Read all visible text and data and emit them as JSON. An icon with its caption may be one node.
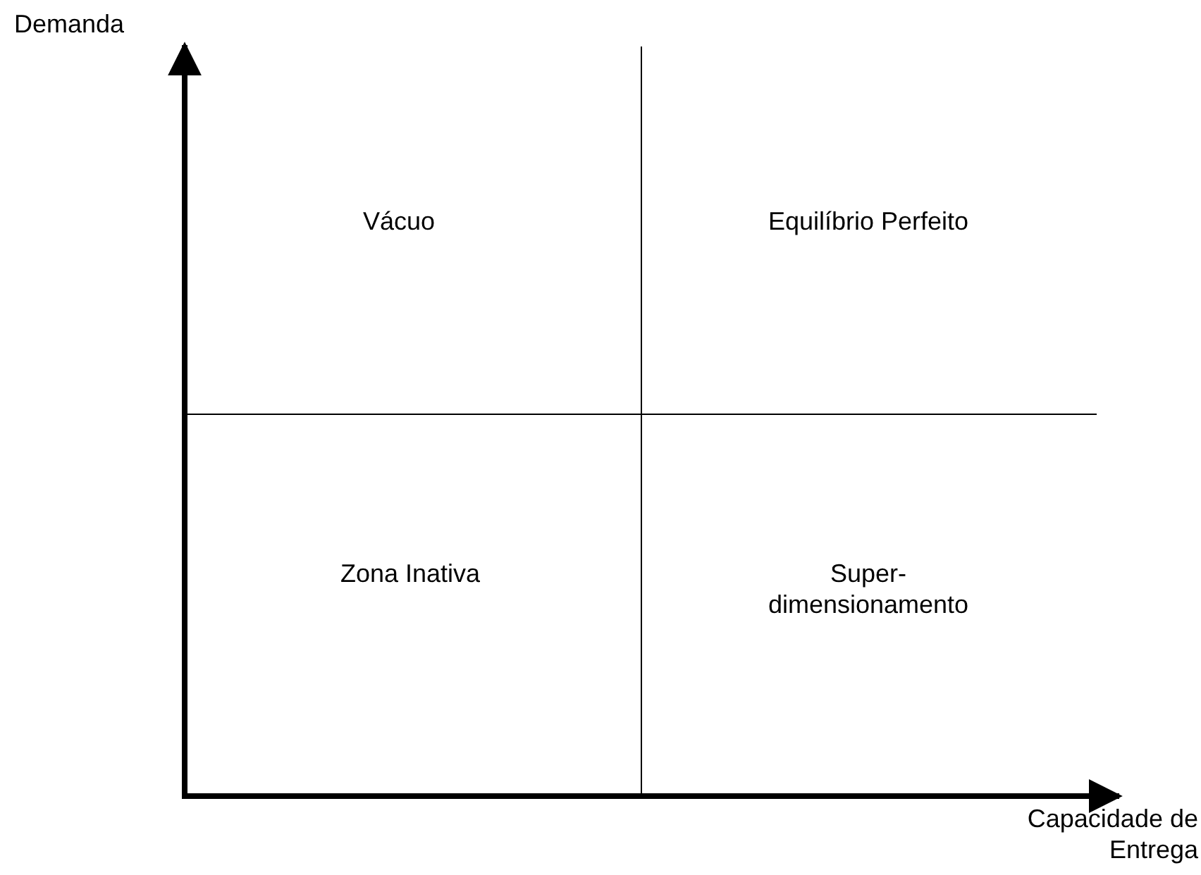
{
  "diagram": {
    "labels": [
      "Demanda",
      "Vácuo",
      "Equilíbrio Perfeito",
      "Zona Inativa",
      "Super- dimensionamento",
      "Capacidade de Entrega"
    ]
  }
}
